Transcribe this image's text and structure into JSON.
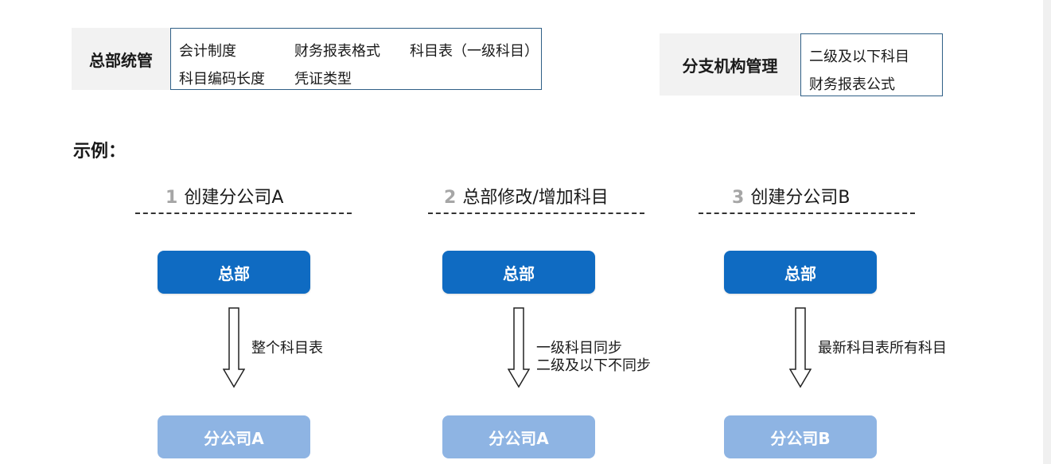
{
  "top_left": {
    "label": "总部统管",
    "items": [
      "会计制度",
      "财务报表格式",
      "科目表（一级科目）",
      "科目编码长度",
      "凭证类型"
    ]
  },
  "top_right": {
    "label": "分支机构管理",
    "items": [
      "二级及以下科目",
      "财务报表公式"
    ]
  },
  "example_title": "示例：",
  "steps": [
    {
      "num": "1",
      "title": "创建分公司A",
      "top": "总部",
      "flow_lines": [
        "整个科目表"
      ],
      "bottom": "分公司A"
    },
    {
      "num": "2",
      "title": "总部修改/增加科目",
      "top": "总部",
      "flow_lines": [
        "一级科目同步",
        "二级及以下不同步"
      ],
      "bottom": "分公司A"
    },
    {
      "num": "3",
      "title": "创建分公司B",
      "top": "总部",
      "flow_lines": [
        "最新科目表所有科目"
      ],
      "bottom": "分公司B"
    }
  ],
  "colors": {
    "hq": "#0f6bc2",
    "branch": "#8eb4e3",
    "box_border": "#2f5f86",
    "label_bg": "#f2f2f2"
  }
}
